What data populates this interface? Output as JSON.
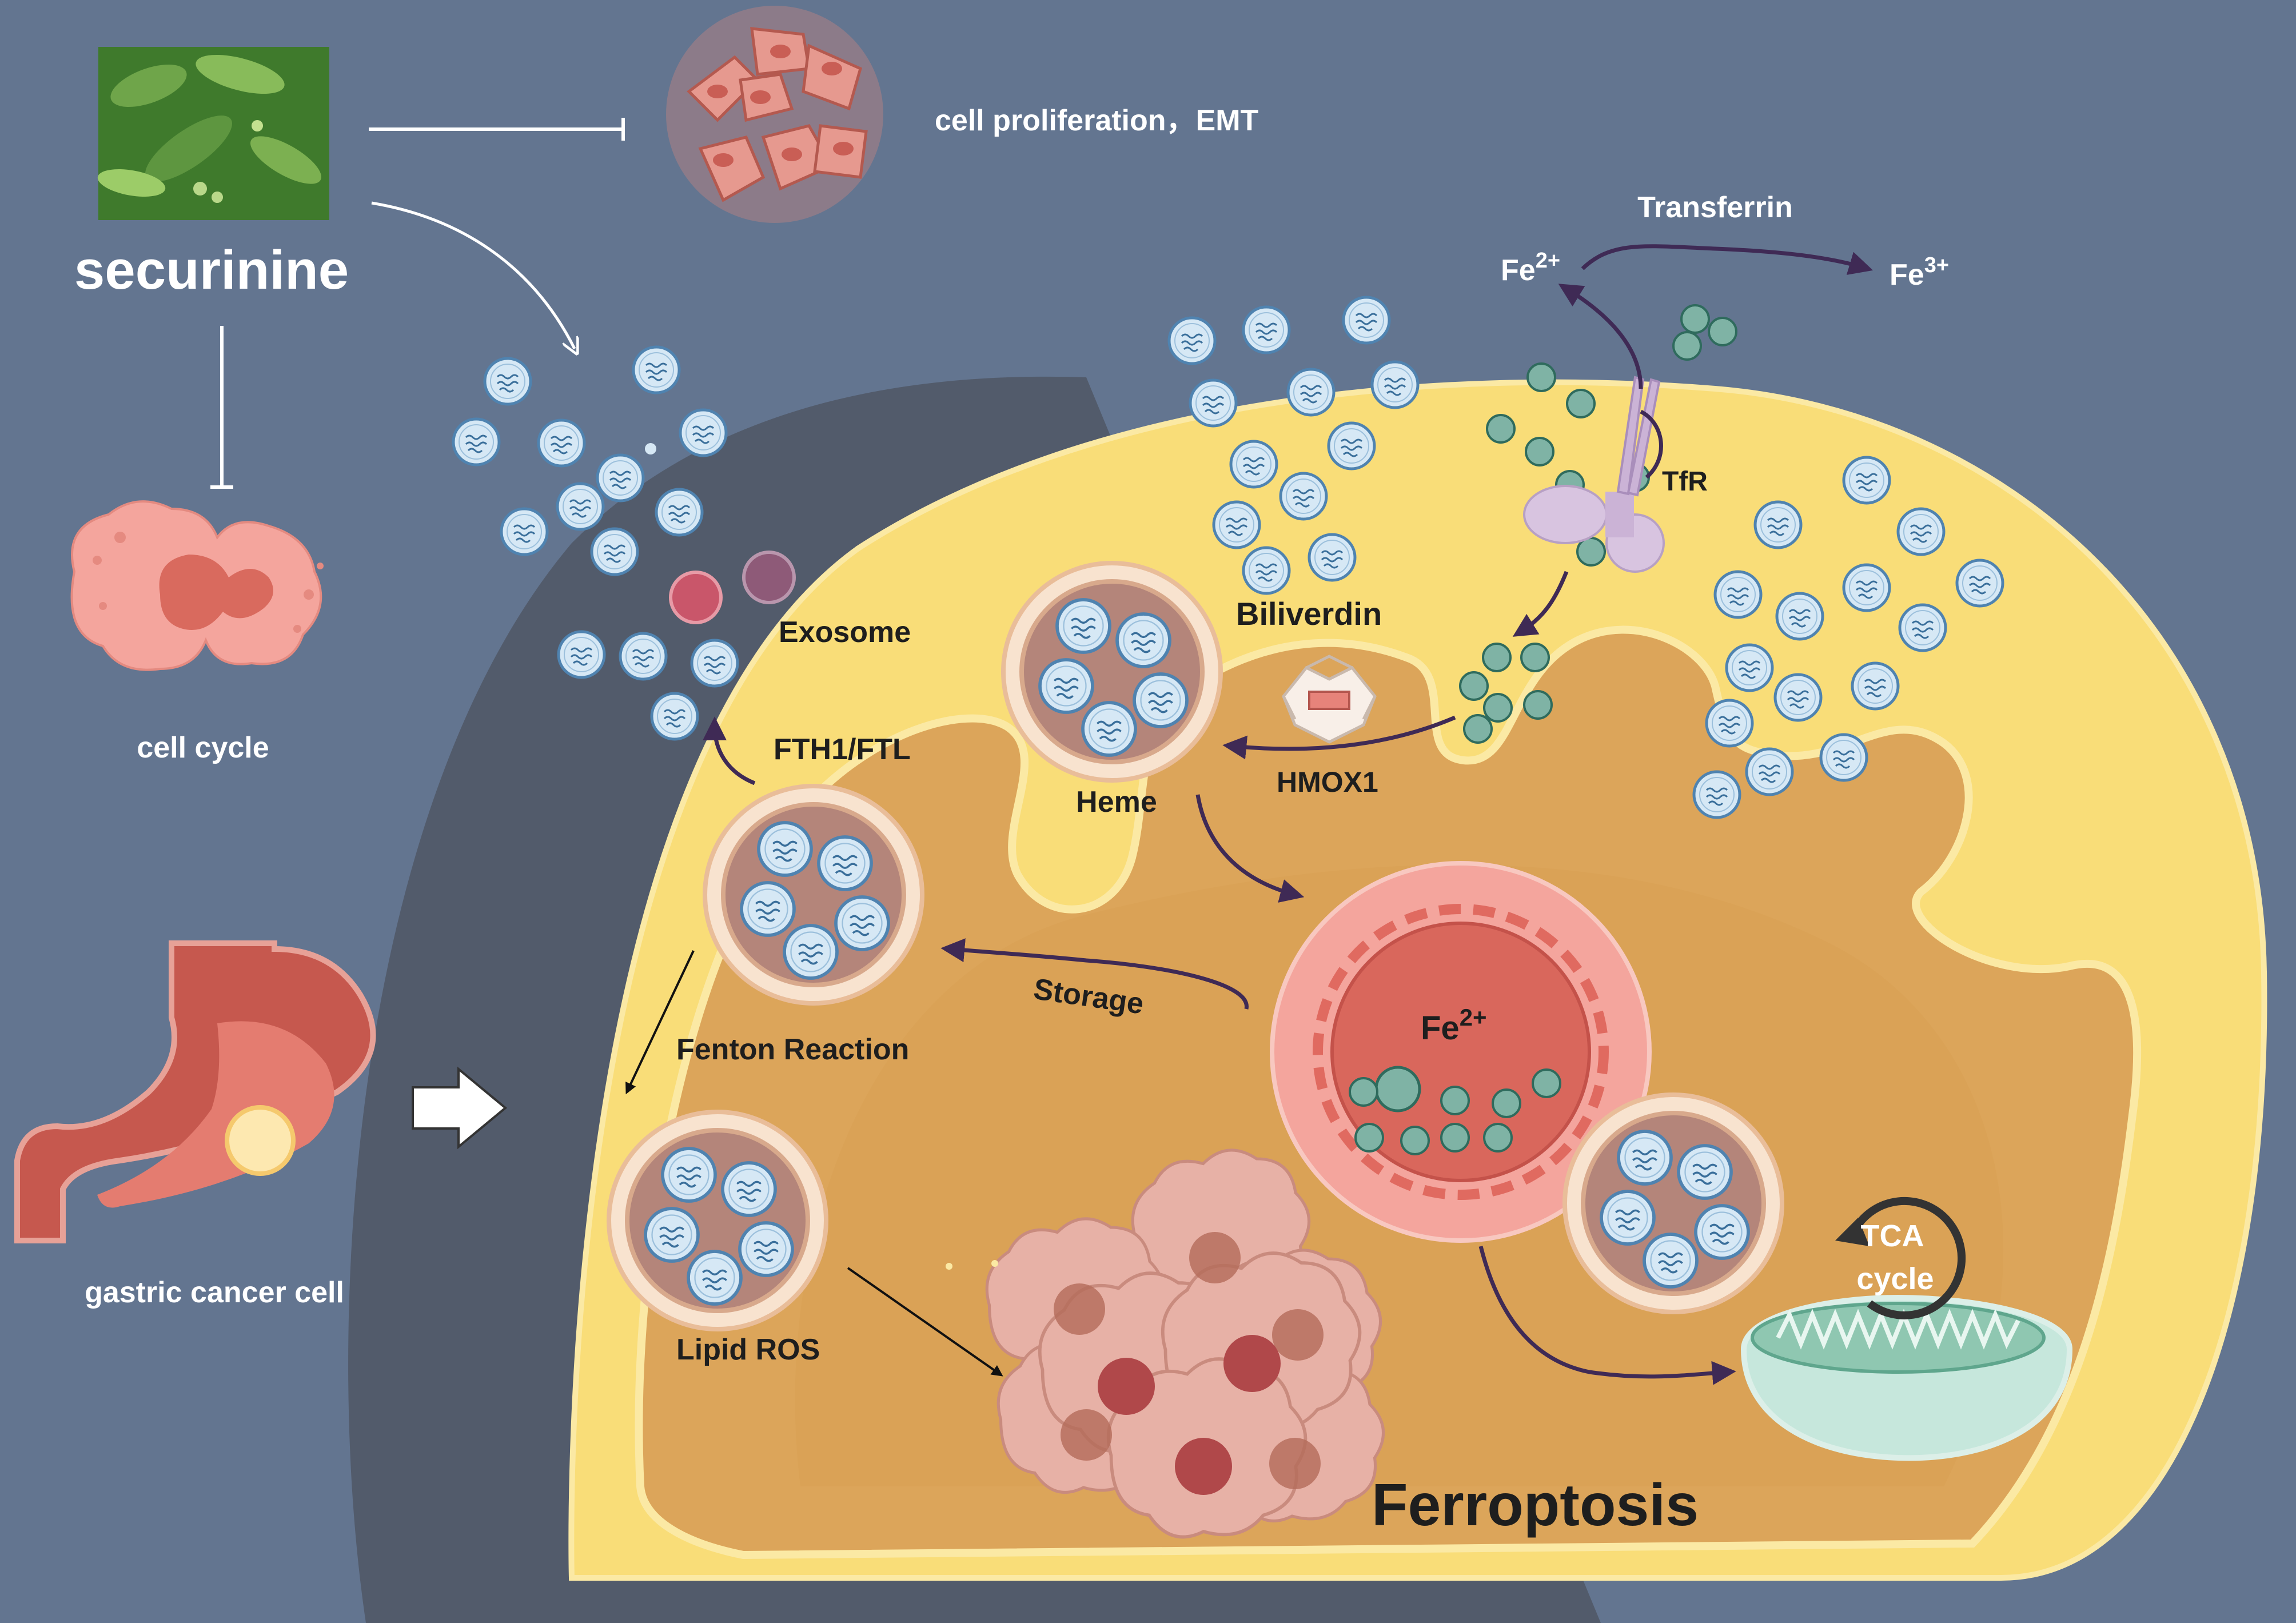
{
  "colors": {
    "background": "#637590",
    "shadow": "#525b6b",
    "cell_outer": "#f9dd78",
    "cell_inner": "#dca55a",
    "arrow_dark": "#3f2a55",
    "vesicle": "#d6e8f5",
    "iron": "#7fb3a5",
    "text_white": "#ffffff",
    "text_dark": "#1e1e1e"
  },
  "labels": {
    "securinine": "securinine",
    "proliferation": "cell proliferation，EMT",
    "cell_cycle": "cell cycle",
    "gastric": "gastric cancer cell",
    "transferrin": "Transferrin",
    "fe_left_base": "Fe",
    "fe_left_sup": "2+",
    "fe_right_base": "Fe",
    "fe_right_sup": "3+",
    "tfr": "TfR",
    "exosome": "Exosome",
    "biliverdin": "Biliverdin",
    "fth": "FTH1/FTL",
    "hmox": "HMOX1",
    "heme": "Heme",
    "storage": "Storage",
    "fenton": "Fenton Reaction",
    "fe_center_base": "Fe",
    "fe_center_sup": "2+",
    "tca1": "TCA",
    "tca2": "cycle",
    "lipid": "Lipid ROS",
    "ferroptosis": "Ferroptosis"
  },
  "icons": [
    "plant-photo-icon",
    "cell-cluster-icon",
    "dividing-cell-icon",
    "stomach-icon",
    "receptor-icon",
    "enzyme-icon",
    "vesicle-icon",
    "mitochondria-icon",
    "dying-cell-icon"
  ]
}
